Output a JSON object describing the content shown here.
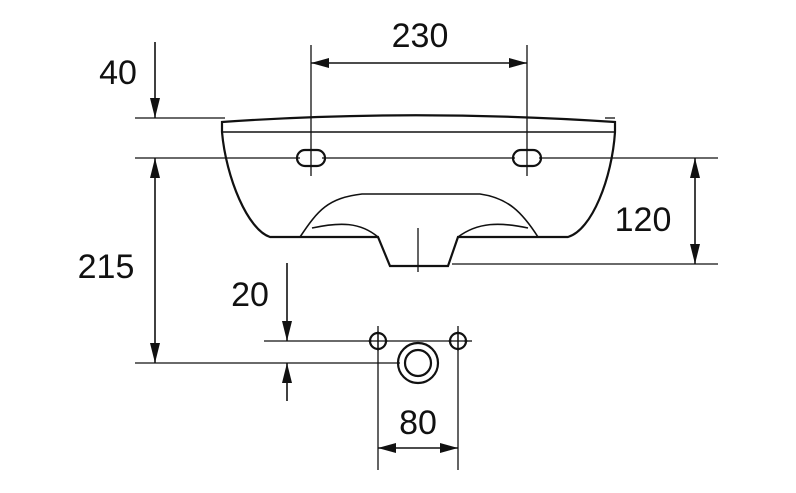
{
  "dimensions": {
    "top_hole_spacing": "230",
    "top_offset": "40",
    "height_total": "215",
    "height_right": "120",
    "small_offset": "20",
    "fixing_spacing": "80"
  }
}
